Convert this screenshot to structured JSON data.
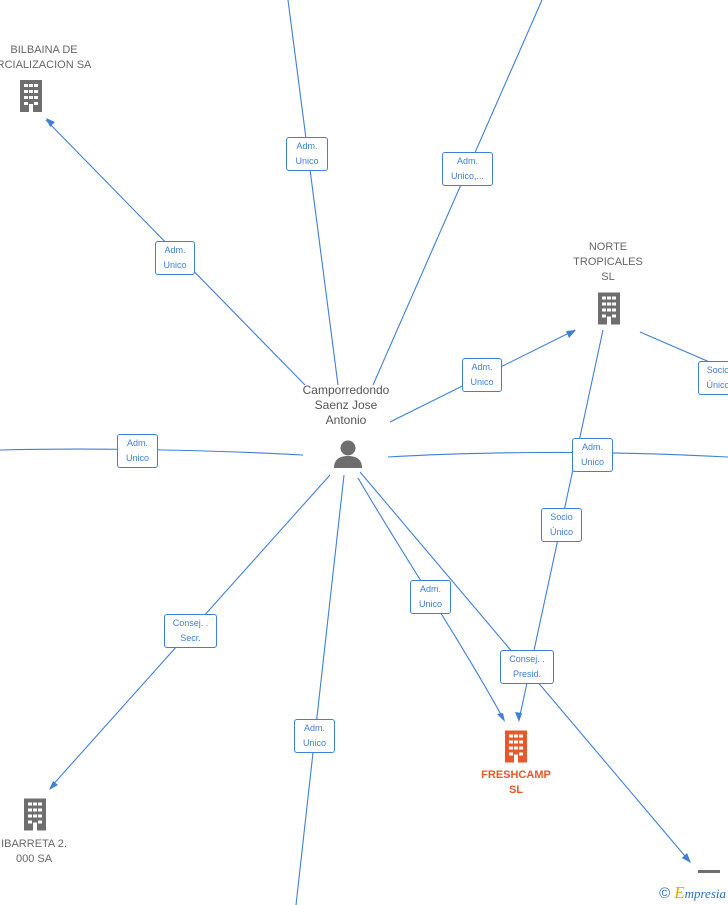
{
  "nodes": {
    "bilbaina": {
      "line1": "BILBAINA DE",
      "line2": "RCIALIZACION SA",
      "icon": "building-icon"
    },
    "norte": {
      "line1": "NORTE",
      "line2": "TROPICALES",
      "line3": "SL",
      "icon": "building-icon"
    },
    "person": {
      "line1": "Camporredondo",
      "line2": "Saenz Jose",
      "line3": "Antonio",
      "icon": "person-icon"
    },
    "freshcamp": {
      "line1": "FRESHCAMP",
      "line2": "SL",
      "icon": "building-icon",
      "color": "#e5592c"
    },
    "ibarreta": {
      "line1": "IBARRETA 2.",
      "line2": "000 SA",
      "icon": "building-icon"
    }
  },
  "relations": [
    {
      "l1": "Adm.",
      "l2": "Unico"
    },
    {
      "l1": "Adm.",
      "l2": "Unico,..."
    },
    {
      "l1": "Adm.",
      "l2": "Unico"
    },
    {
      "l1": "Adm.",
      "l2": "Unico"
    },
    {
      "l1": "Socio",
      "l2": "Único"
    },
    {
      "l1": "Adm.",
      "l2": "Unico"
    },
    {
      "l1": "Adm.",
      "l2": "Unico"
    },
    {
      "l1": "Socio",
      "l2": "Único"
    },
    {
      "l1": "Adm.",
      "l2": "Unico"
    },
    {
      "l1": "Consej. .",
      "l2": "Secr."
    },
    {
      "l1": "Consej. .",
      "l2": "Presid."
    },
    {
      "l1": "Adm.",
      "l2": "Unico"
    }
  ],
  "colors": {
    "edge": "#3f7fd6",
    "node_gray": "#6e6e6e",
    "main": "#e5592c"
  },
  "brand": {
    "copyright": "©",
    "e": "E",
    "rest": "mpresia"
  }
}
